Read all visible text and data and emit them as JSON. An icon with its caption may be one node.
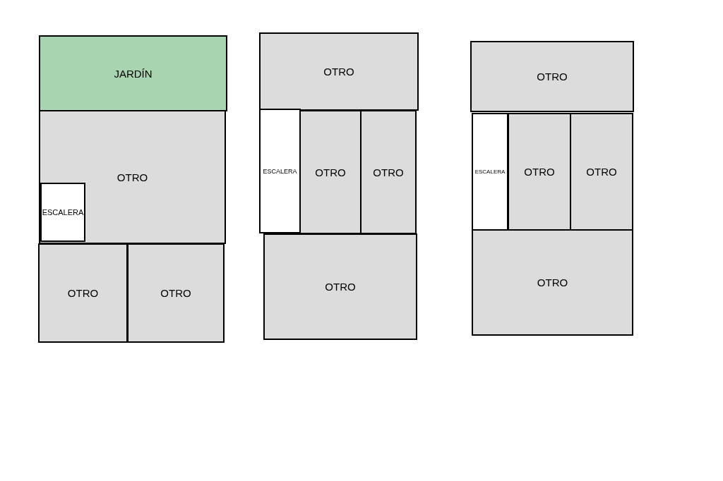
{
  "diagram": {
    "nodes": [
      {
        "text": [
          "JARDÍN"
        ]
      },
      {
        "text": [
          "OTRO"
        ]
      },
      {
        "text": [
          "ESCALERA"
        ],
        "in": 1
      },
      {
        "text": [
          "OTRO"
        ]
      },
      {
        "text": [
          "OTRO"
        ]
      },
      {
        "text": [
          "OTRO"
        ]
      },
      {
        "text": [
          "ESCALERA"
        ]
      },
      {
        "text": [
          "OTRO"
        ]
      },
      {
        "text": [
          "OTRO"
        ]
      },
      {
        "text": [
          "OTRO"
        ]
      },
      {
        "text": [
          "OTRO"
        ]
      },
      {
        "text": [
          "ESCALERA"
        ]
      },
      {
        "text": [
          "OTRO"
        ]
      },
      {
        "text": [
          "OTRO"
        ]
      },
      {
        "text": [
          "OTRO"
        ]
      }
    ]
  }
}
